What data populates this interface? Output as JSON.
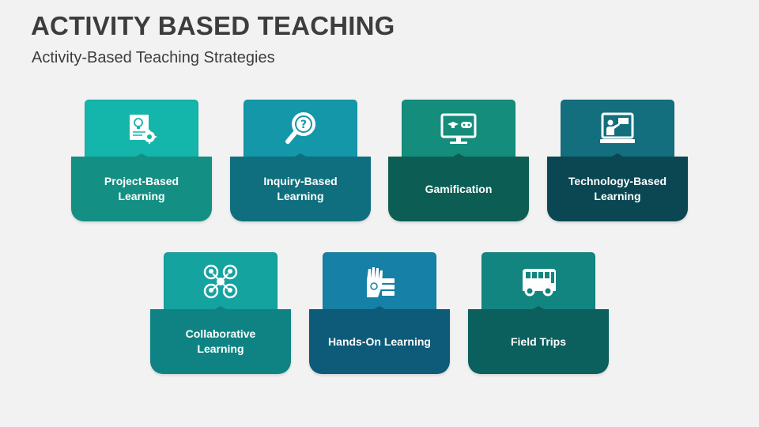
{
  "header": {
    "title": "ACTIVITY BASED TEACHING",
    "subtitle": "Activity-Based Teaching Strategies"
  },
  "cards": [
    {
      "label": "Project-Based\nLearning",
      "icon": "project-document-icon",
      "top_color": "#14b5aa",
      "bottom_color": "#138f83"
    },
    {
      "label": "Inquiry-Based\nLearning",
      "icon": "magnifier-question-icon",
      "top_color": "#1498a9",
      "bottom_color": "#0f6f7e"
    },
    {
      "label": "Gamification",
      "icon": "monitor-gamepad-icon",
      "top_color": "#158d7c",
      "bottom_color": "#0c5e54"
    },
    {
      "label": "Technology-Based\nLearning",
      "icon": "teacher-screen-icon",
      "top_color": "#136f7d",
      "bottom_color": "#0a4752"
    },
    {
      "label": "Collaborative\nLearning",
      "icon": "people-network-icon",
      "top_color": "#15a3a0",
      "bottom_color": "#0f8383"
    },
    {
      "label": "Hands-On Learning",
      "icon": "hand-books-icon",
      "top_color": "#1680a6",
      "bottom_color": "#0e5a79"
    },
    {
      "label": "Field Trips",
      "icon": "bus-icon",
      "top_color": "#138581",
      "bottom_color": "#0b5f5d"
    }
  ]
}
